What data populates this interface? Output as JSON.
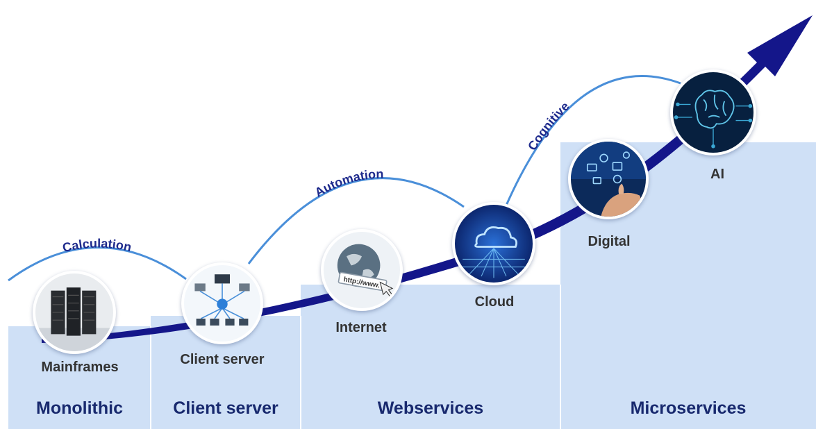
{
  "categories": [
    {
      "key": "monolithic",
      "label": "Monolithic"
    },
    {
      "key": "client-server",
      "label": "Client server"
    },
    {
      "key": "webservices",
      "label": "Webservices"
    },
    {
      "key": "microservices",
      "label": "Microservices"
    }
  ],
  "nodes": {
    "mainframes": "Mainframes",
    "client_server": "Client server",
    "internet": "Internet",
    "cloud": "Cloud",
    "digital": "Digital",
    "ai": "AI"
  },
  "phases": {
    "calculation": "Calculation",
    "automation": "Automation",
    "cognitive": "Cognitive"
  },
  "icons": {
    "mainframes": "server-rack-icon",
    "client_server": "network-topology-icon",
    "internet": "globe-www-icon",
    "cloud": "cloud-icon",
    "digital": "digital-touch-icon",
    "ai": "ai-brain-icon",
    "trend": "growth-arrow-icon"
  },
  "colors": {
    "panel": "#cfe0f6",
    "category_text": "#18296e",
    "phase_text": "#1e2a8c",
    "arrow": "#14168a",
    "arc": "#4a8fd9",
    "node_text": "#333333"
  }
}
